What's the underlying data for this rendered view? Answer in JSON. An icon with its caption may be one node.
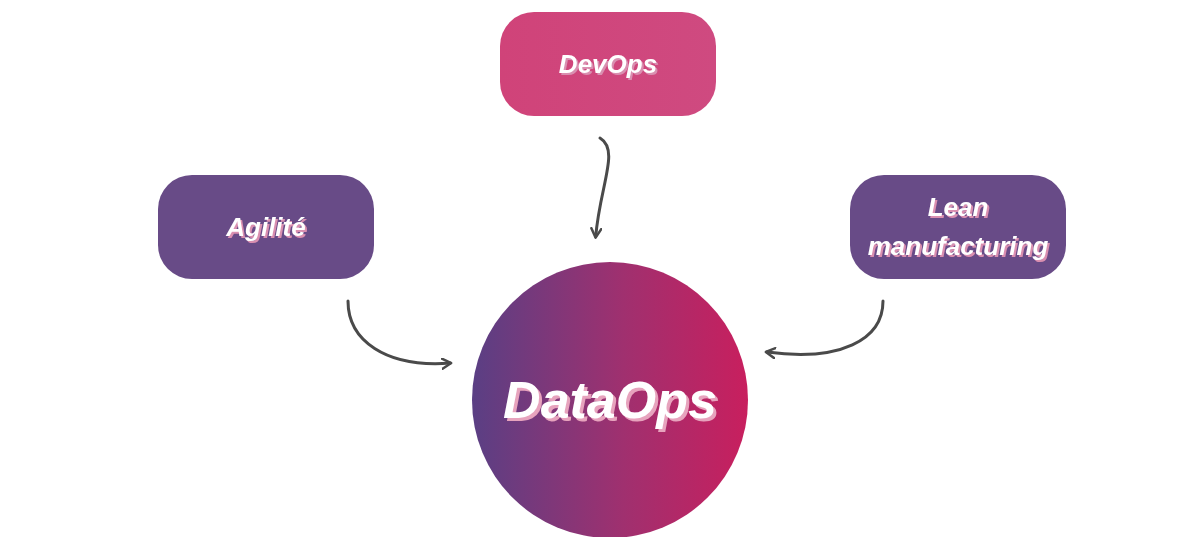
{
  "diagram": {
    "nodes": [
      {
        "text": [
          "DevOps"
        ]
      },
      {
        "text": [
          "Agilité"
        ]
      },
      {
        "text": [
          "Lean manufacturing"
        ]
      },
      {
        "text": [
          "DataOps"
        ]
      }
    ],
    "edges": [
      {
        "from": 0,
        "to": 3,
        "arrow": "to"
      },
      {
        "from": 1,
        "to": 3,
        "arrow": "to"
      },
      {
        "from": 2,
        "to": 3,
        "arrow": "to"
      }
    ]
  }
}
